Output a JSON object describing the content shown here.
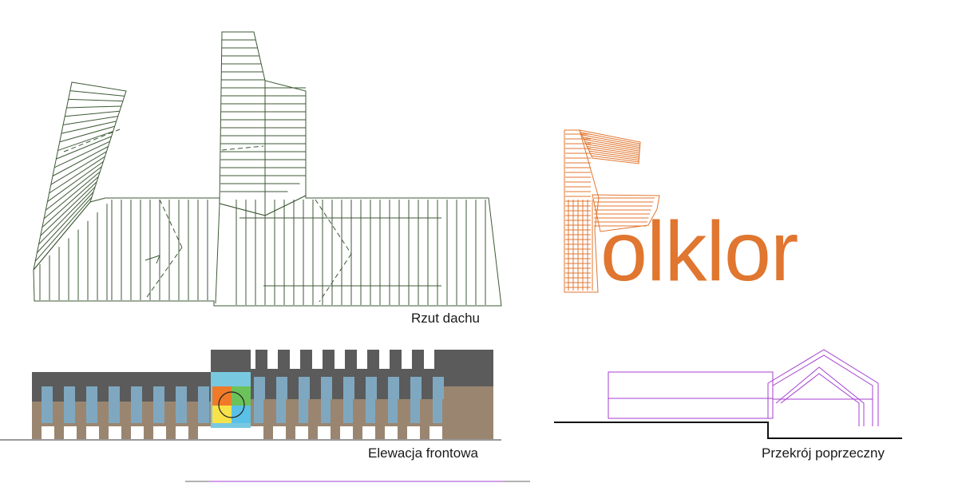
{
  "captions": {
    "roof_plan": "Rzut dachu",
    "front_elevation": "Elewacja frontowa",
    "cross_section": "Przekrój poprzeczny"
  },
  "logo": {
    "text": "olklor",
    "color": "#e0762f"
  },
  "colors": {
    "plan_line": "#3e5a36",
    "dark_band": "#5b5b5b",
    "brown_wall": "#9a8670",
    "blue_window": "#7fa8c0",
    "section_line": "#a63fd1"
  }
}
